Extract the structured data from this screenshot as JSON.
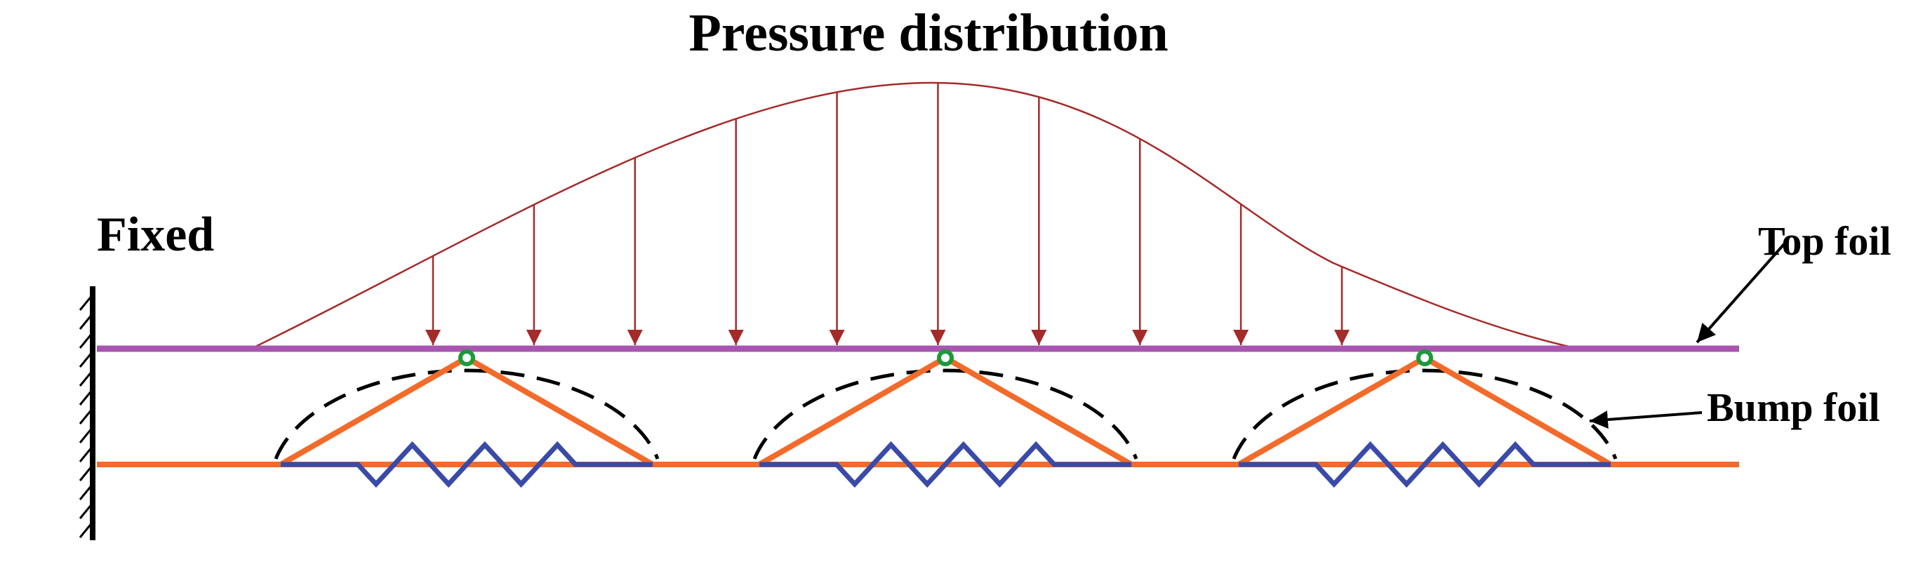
{
  "title": "Pressure distribution",
  "labels": {
    "fixed": "Fixed",
    "top_foil": "Top foil",
    "bump_foil": "Bump foil"
  },
  "colors": {
    "pressure": "#a52a2a",
    "top_foil": "#a855b0",
    "bump": "#f26b2a",
    "spring": "#3a4aa8",
    "pivot": "#1a9a3a",
    "outline": "#000000"
  },
  "bump_count": 3,
  "pressure_arrow_count": 10
}
